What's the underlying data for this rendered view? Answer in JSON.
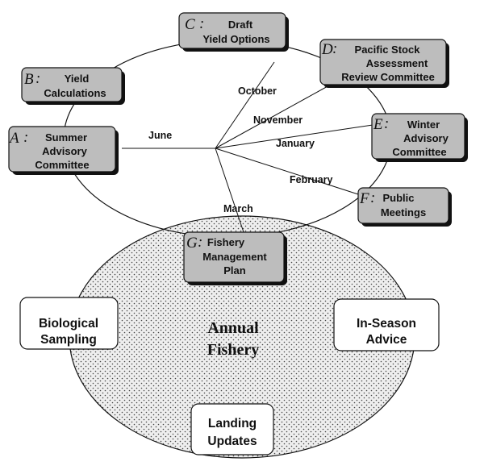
{
  "nodes": [
    {
      "id": "c",
      "letter": "C",
      "separator": ":",
      "lines": [
        "Draft",
        "Yield Options"
      ]
    },
    {
      "id": "d",
      "letter": "D",
      "separator": ":",
      "lines": [
        "Pacific Stock",
        "Assessment",
        "Review Committee"
      ]
    },
    {
      "id": "b",
      "letter": "B",
      "separator": ":",
      "lines": [
        "Yield",
        "Calculations"
      ]
    },
    {
      "id": "a",
      "letter": "A",
      "separator": ":",
      "lines": [
        "Summer",
        "Advisory",
        "Committee"
      ]
    },
    {
      "id": "e",
      "letter": "E",
      "separator": ":",
      "lines": [
        "Winter",
        "Advisory",
        "Committee"
      ]
    },
    {
      "id": "f",
      "letter": "F",
      "separator": ":",
      "lines": [
        "Public",
        "Meetings"
      ]
    },
    {
      "id": "g",
      "letter": "G",
      "separator": ":",
      "lines": [
        "Fishery",
        "Management",
        "Plan"
      ]
    }
  ],
  "months": {
    "june": "June",
    "october": "October",
    "november": "November",
    "january": "January",
    "february": "February",
    "march": "March"
  },
  "fishery": {
    "title_lines": [
      "Annual",
      "Fishery"
    ],
    "boxes": [
      {
        "id": "biological",
        "lines": [
          "Biological",
          "Sampling"
        ]
      },
      {
        "id": "inseason",
        "lines": [
          "In-Season",
          "Advice"
        ]
      },
      {
        "id": "landing",
        "lines": [
          "Landing",
          "Updates"
        ]
      }
    ]
  }
}
